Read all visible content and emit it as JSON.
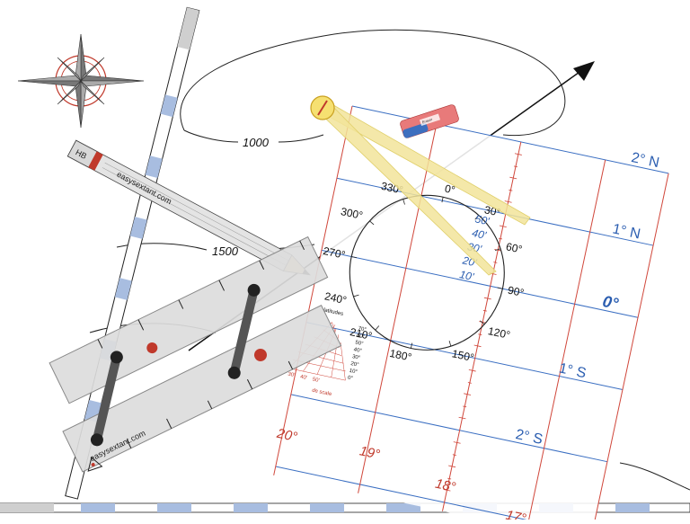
{
  "contours": {
    "c1000": "1000",
    "c1500": "1500"
  },
  "pencil": {
    "grade": "HB",
    "brand": "easysextant.com"
  },
  "eraser": {
    "brand": "Eraser"
  },
  "plotter": {
    "brand": "easysextant.com"
  },
  "chart": {
    "latitudes": [
      "2° N",
      "1° N",
      "0°",
      "1° S",
      "2° S"
    ],
    "longitudes": [
      "20°",
      "19°",
      "18°",
      "17°"
    ],
    "compass_degrees": [
      "0°",
      "30°",
      "60°",
      "90°",
      "120°",
      "150°",
      "180°",
      "210°",
      "240°",
      "270°",
      "300°",
      "330°"
    ],
    "minute_marks": [
      "50'",
      "40'",
      "30'",
      "20'",
      "10'"
    ],
    "latitude_scale_title": "latitudes",
    "latitude_scale_values": [
      "70°",
      "60°",
      "50°",
      "40°",
      "30°",
      "20°",
      "10°",
      "0°"
    ],
    "longitude_scale_title": "de scale",
    "longitude_scale_values": [
      "30'",
      "40'",
      "50'"
    ]
  },
  "colors": {
    "latitude_line": "#3b6fc2",
    "longitude_line": "#d0463a",
    "compass_rose_ring": "#c0392b",
    "ruler_blue": "#a8bde0",
    "divider_yellow": "#f2e49a"
  }
}
